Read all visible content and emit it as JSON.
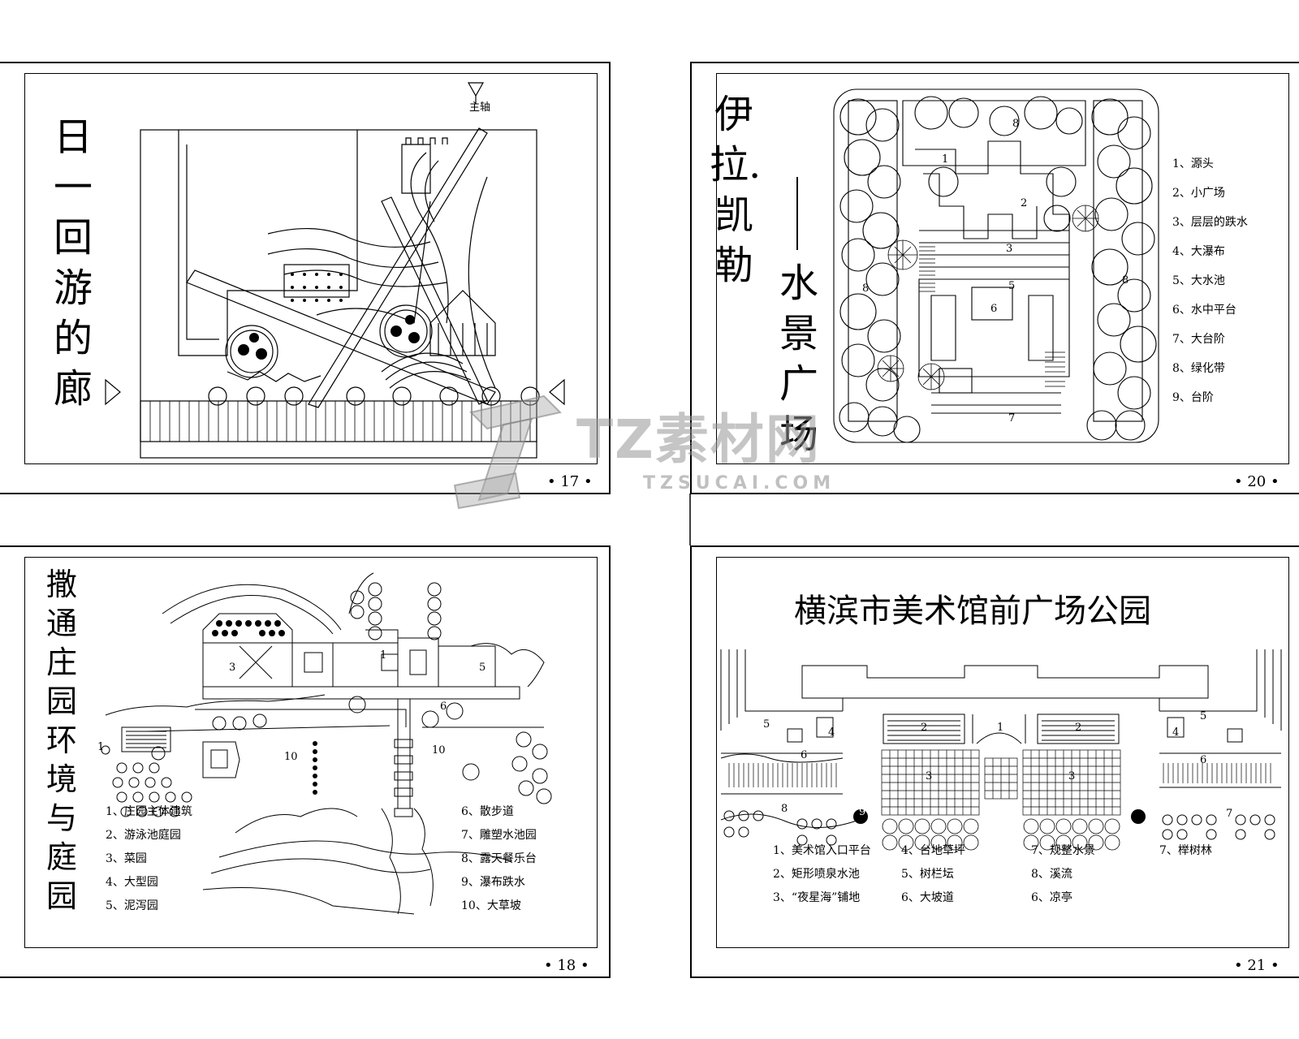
{
  "panels": {
    "p17": {
      "title": "日一回游的廊",
      "page_number": "• 17 •",
      "north_label": "主轴"
    },
    "p20": {
      "title_left": "伊拉.凯勒",
      "title_right": "水景广场",
      "page_number": "• 20 •",
      "plan_labels": [
        "1",
        "2",
        "3",
        "5",
        "6",
        "7",
        "8",
        "8",
        "8"
      ],
      "legend": [
        "1、源头",
        "2、小广场",
        "3、层层的跌水",
        "4、大瀑布",
        "5、大水池",
        "6、水中平台",
        "7、大台阶",
        "8、绿化带",
        "9、台阶"
      ]
    },
    "p18": {
      "title": "撒通庄园环境与庭园",
      "page_number": "• 18 •",
      "plan_labels": [
        "1",
        "3",
        "1",
        "5",
        "6",
        "10",
        "10"
      ],
      "legend_left": [
        "1、庄园主体建筑",
        "2、游泳池庭园",
        "3、菜园",
        "4、大型园",
        "5、泥泻园"
      ],
      "legend_right": [
        "6、散步道",
        "7、雕塑水池园",
        "8、露天餐乐台",
        "9、瀑布跌水",
        "10、大草坡"
      ]
    },
    "p21": {
      "title": "横滨市美术馆前广场公园",
      "page_number": "• 21 •",
      "plan_labels": [
        "1",
        "2",
        "2",
        "3",
        "3",
        "4",
        "4",
        "5",
        "5",
        "6",
        "6",
        "7",
        "8",
        "9"
      ],
      "legend_col1": [
        "1、美术馆入口平台",
        "2、矩形喷泉水池",
        "3、“夜星海”铺地"
      ],
      "legend_col2": [
        "4、台地草坪",
        "5、树栏坛",
        "6、大坡道"
      ],
      "legend_col3": [
        "7、规整水景",
        "8、溪流",
        "6、凉亭"
      ],
      "legend_col4": [
        "7、榉树林"
      ]
    }
  },
  "watermark": {
    "main": "TZ素材网",
    "sub": "TZSUCAI.COM"
  },
  "colors": {
    "line": "#000000",
    "background": "#ffffff",
    "watermark": "#969696"
  }
}
